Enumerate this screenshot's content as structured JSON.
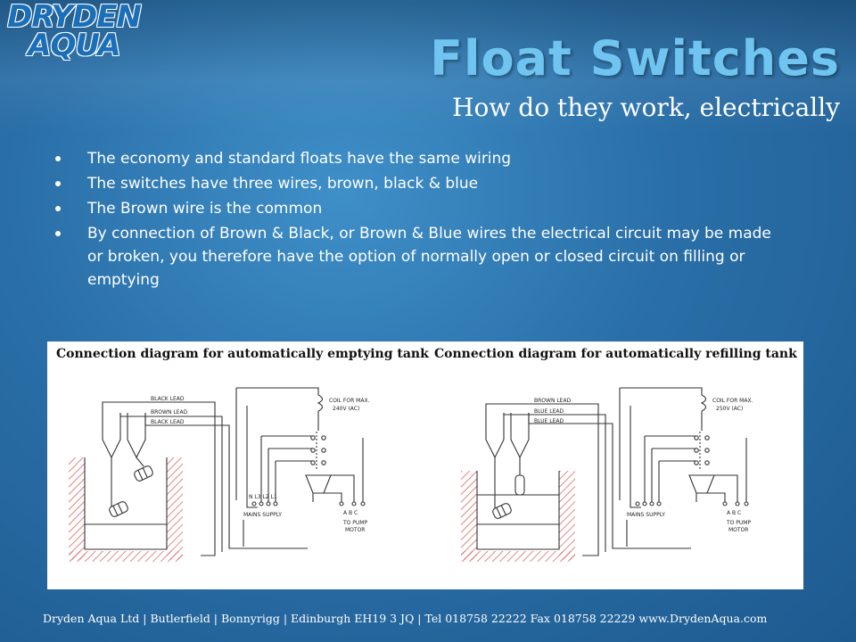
{
  "logo": {
    "line1": "DRYDEN",
    "line2": "AQUA"
  },
  "title": "Float Switches",
  "subtitle": "How do they work, electrically",
  "bullets": [
    "The economy and standard floats have the same wiring",
    "The switches have three wires, brown, black & blue",
    "The Brown wire is the common",
    "By connection of Brown & Black, or Brown & Blue wires the electrical circuit may  be made or broken, you therefore have the option of normally open or closed circuit on filling or emptying"
  ],
  "diagrams": {
    "emptying": {
      "caption": "Connection diagram for automatically emptying tank",
      "leads": [
        "BLACK LEAD",
        "BROWN LEAD",
        "BLACK LEAD"
      ],
      "coil": [
        "COIL FOR MAX.",
        "240V (AC)"
      ],
      "mains_terms": "N  L3  L2  L1",
      "mains": "MAINS SUPPLY",
      "motor_terms": "A   B   C",
      "motor": [
        "TO PUMP",
        "MOTOR"
      ]
    },
    "refilling": {
      "caption": "Connection diagram for automatically refilling tank",
      "leads": [
        "BROWN LEAD",
        "BLUE LEAD",
        "BLUE LEAD"
      ],
      "coil": [
        "COIL FOR MAX.",
        "250V (AC)"
      ],
      "mains": "MAINS SUPPLY",
      "motor_terms": "A   B   C",
      "motor": [
        "TO PUMP",
        "MOTOR"
      ]
    }
  },
  "footer": "Dryden Aqua Ltd | Butlerfield | Bonnyrigg | Edinburgh EH19 3 JQ | Tel 018758 22222  Fax 018758 22229  www.DrydenAqua.com",
  "colors": {
    "title": "#6fc4f0",
    "background": "#2a6fa8",
    "logo": "#1b6fb8",
    "hatch": "#d9534f"
  }
}
